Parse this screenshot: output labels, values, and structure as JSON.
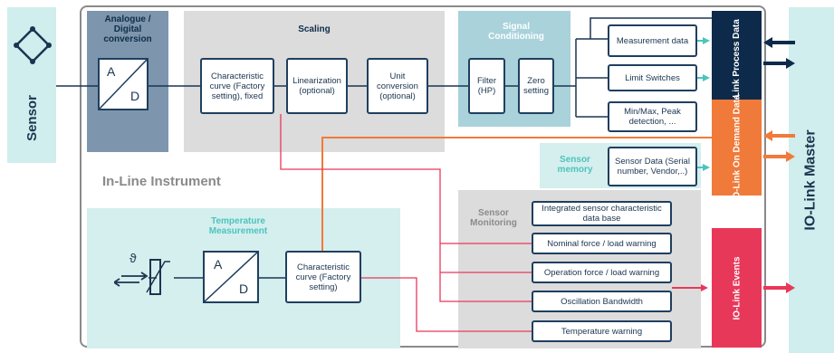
{
  "sensor": {
    "label": "Sensor"
  },
  "master": {
    "label": "IO-Link Master"
  },
  "instrument": {
    "label": "In-Line Instrument"
  },
  "ad": {
    "title": "Analogue / Digital conversion",
    "a": "A",
    "d": "D"
  },
  "scaling": {
    "title": "Scaling",
    "char_curve": "Characteristic curve (Factory setting), fixed",
    "linearization": "Linearization (optional)",
    "unit_conversion": "Unit conversion (optional)"
  },
  "signal": {
    "title": "Signal Conditioning",
    "filter": "Filter (HP)",
    "zero": "Zero setting"
  },
  "outputs": {
    "measurement": "Measurement data",
    "limit": "Limit Switches",
    "minmax": "Min/Max, Peak detection, ..."
  },
  "memory": {
    "title": "Sensor memory",
    "data": "Sensor Data (Serial number, Vendor,..)"
  },
  "iolink": {
    "process": "IO-Link Process Data",
    "demand": "IO-Link On Demand Data",
    "events": "IO-Link Events"
  },
  "temperature": {
    "title": "Temperature Measurement",
    "symbol": "ϑ",
    "a": "A",
    "d": "D",
    "char_curve": "Characteristic curve (Factory setting)"
  },
  "monitoring": {
    "title": "Sensor Monitoring",
    "items": [
      "Integrated sensor characteristic data base",
      "Nominal force / load warning",
      "Operation force / load warning",
      "Oscillation Bandwidth",
      "Temperature warning"
    ]
  },
  "colors": {
    "dark": "#0d2a4a",
    "teal": "#4cc4bd",
    "orange": "#f07a3a",
    "pink": "#e8385a",
    "grey": "#dcdcdc",
    "blue_grey": "#7d96ad",
    "light_teal": "#d5eeee"
  }
}
